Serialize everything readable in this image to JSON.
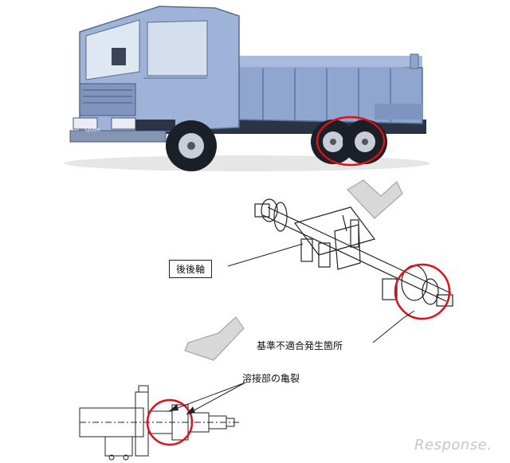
{
  "labels": {
    "rear_rear_axle": "後後軸",
    "nonconforming_location": "基準不適合発生箇所",
    "weld_crack": "溶接部の亀裂"
  },
  "truck": {
    "badge": "Quon",
    "colors": {
      "cab": "#9fb3d8",
      "body": "#8fa6cf",
      "dark": "#2b3444",
      "highlight": "#e0101a"
    }
  },
  "watermark": "Response."
}
